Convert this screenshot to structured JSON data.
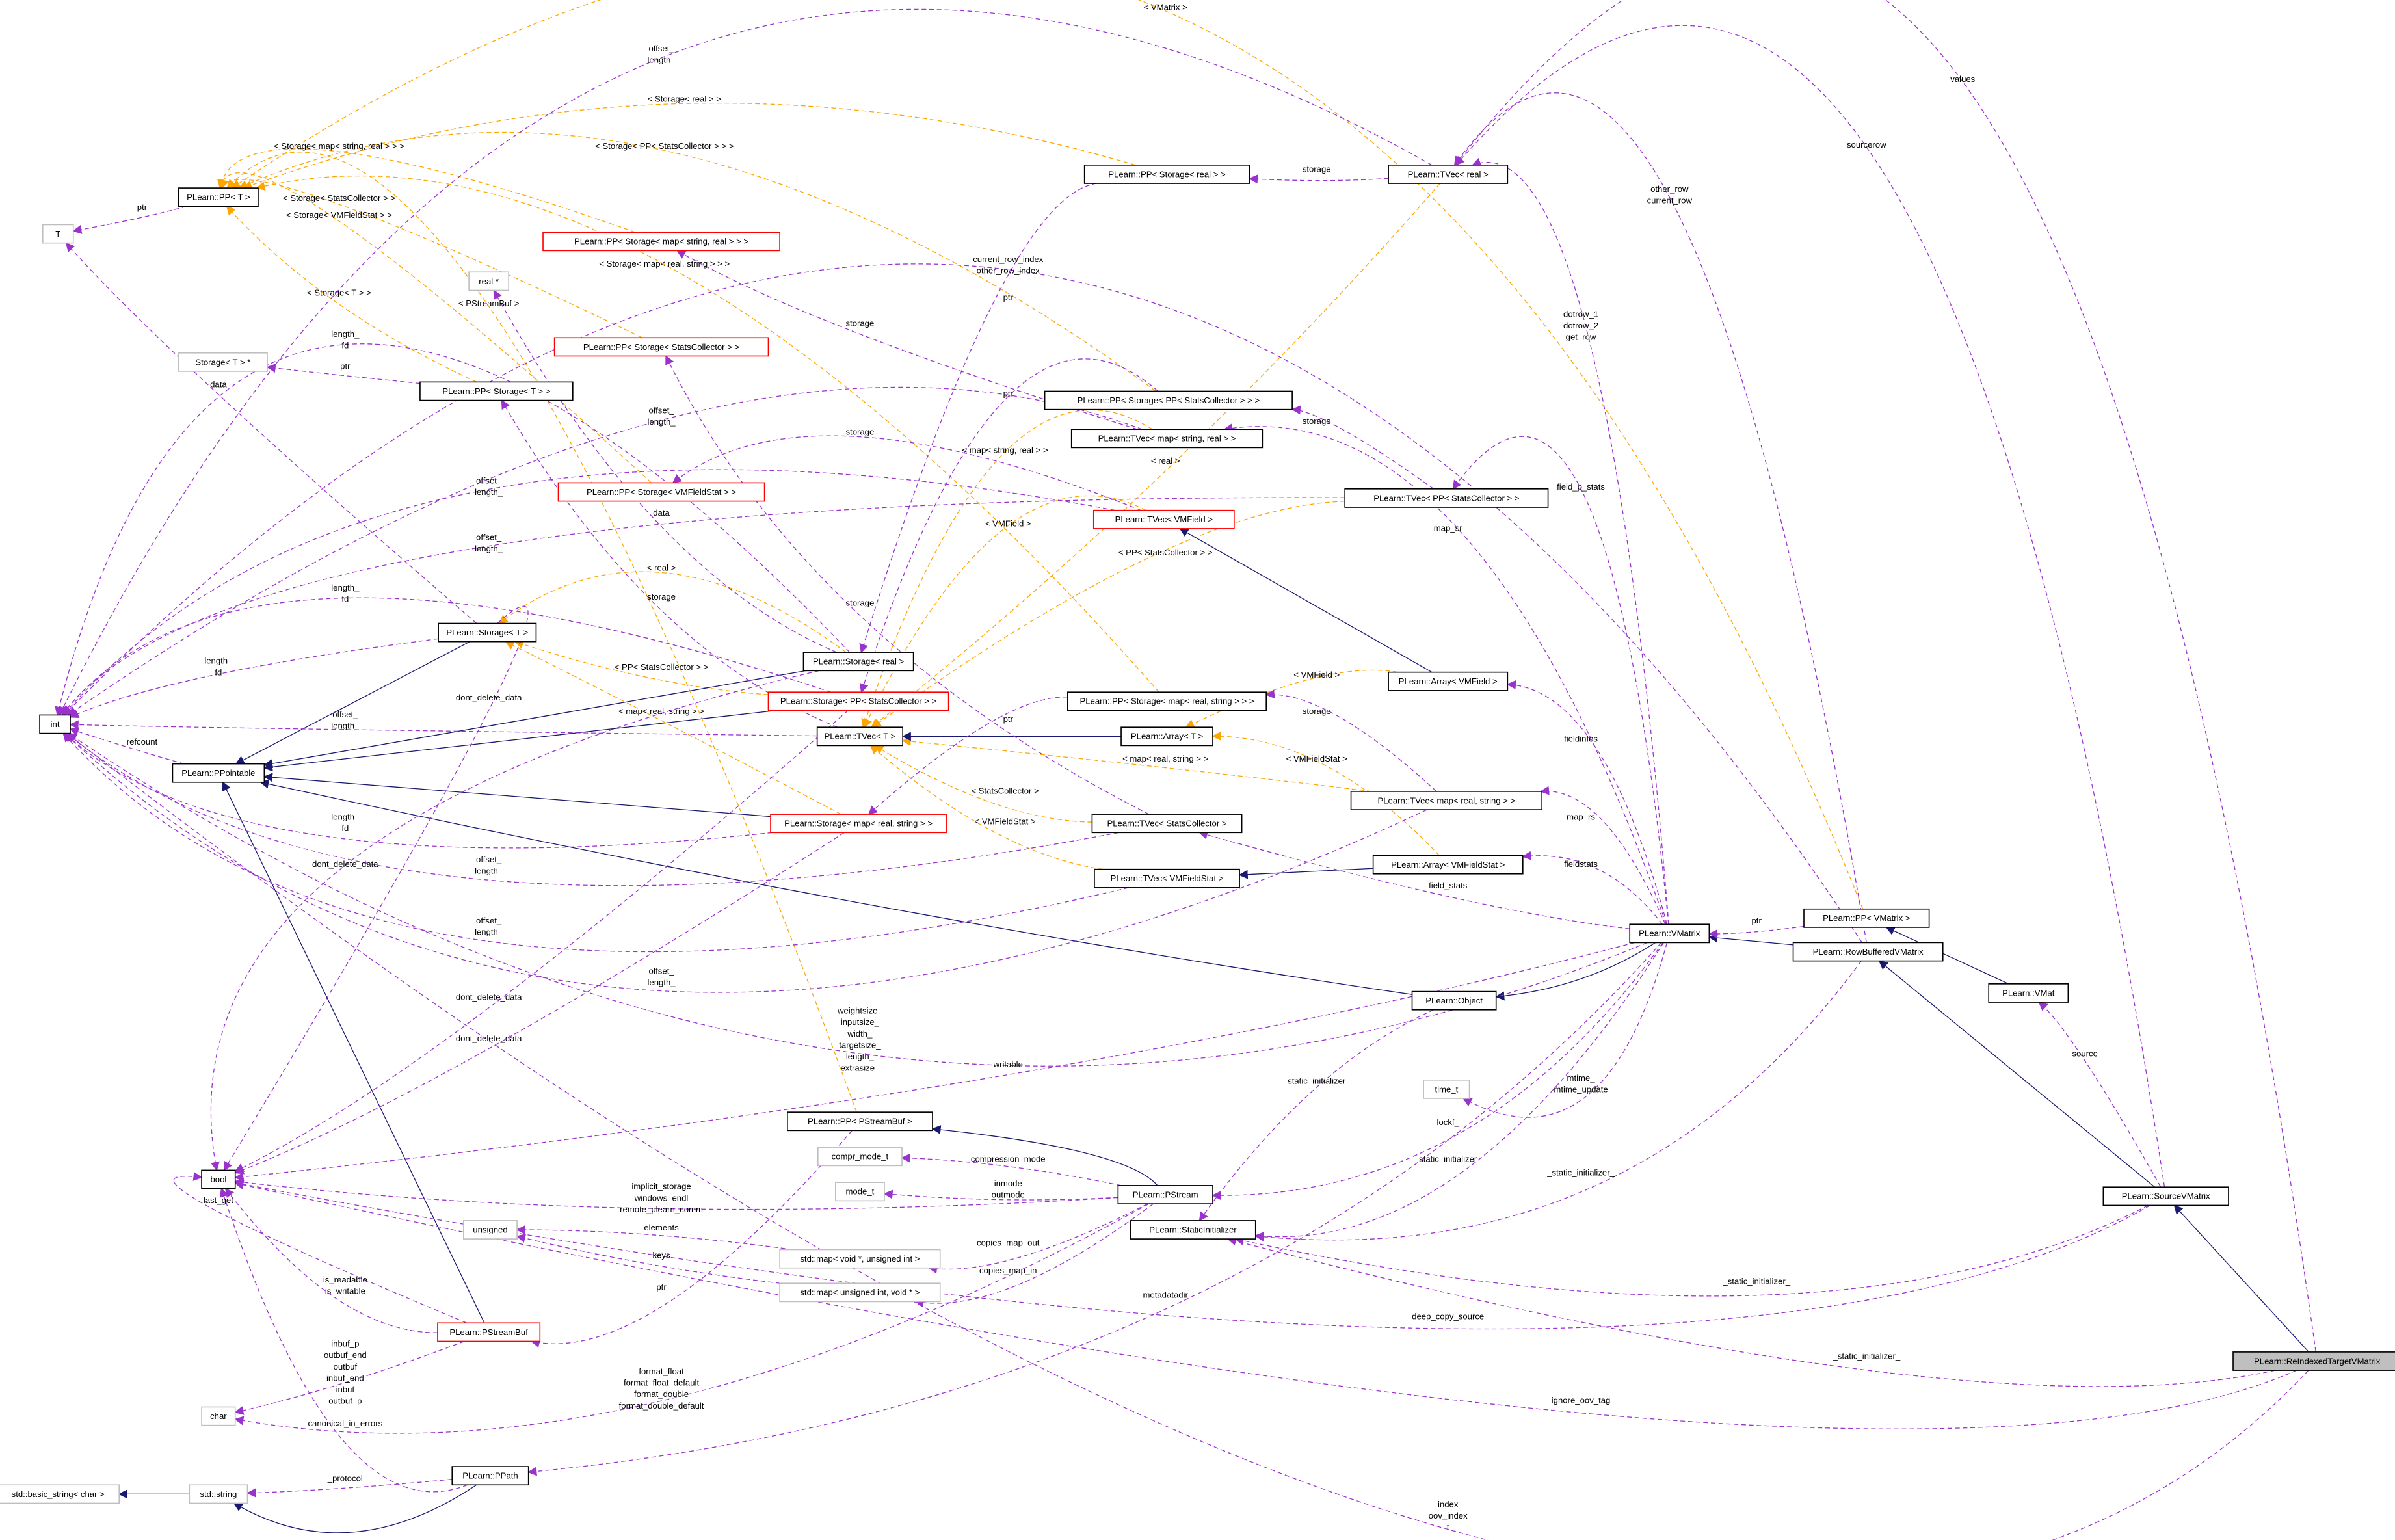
{
  "colors": {
    "member": "#9a32cd",
    "template": "#ffa500",
    "inherit": "#191970",
    "highlight": "#bfbfbf",
    "incomplete": "#ff0000"
  },
  "nodes": [
    {
      "id": "T",
      "label": "T",
      "style": "gray"
    },
    {
      "id": "PPT",
      "label": "PLearn::PP< T >",
      "style": "normal"
    },
    {
      "id": "STp",
      "label": "Storage< T > *",
      "style": "gray"
    },
    {
      "id": "PPST",
      "label": "PLearn::PP< Storage< T > >",
      "style": "normal"
    },
    {
      "id": "realp",
      "label": "real *",
      "style": "gray"
    },
    {
      "id": "PPSMSR",
      "label": "PLearn::PP< Storage< map< string, real > > >",
      "style": "red"
    },
    {
      "id": "PPSSC",
      "label": "PLearn::PP< Storage< StatsCollector > >",
      "style": "red"
    },
    {
      "id": "PPSVF",
      "label": "PLearn::PP< Storage< VMFieldStat > >",
      "style": "red"
    },
    {
      "id": "PPSR",
      "label": "PLearn::PP< Storage< real > >",
      "style": "normal"
    },
    {
      "id": "TVR",
      "label": "PLearn::TVec< real >",
      "style": "normal"
    },
    {
      "id": "PPSPSC",
      "label": "PLearn::PP< Storage< PP< StatsCollector > > >",
      "style": "normal"
    },
    {
      "id": "TVMSR",
      "label": "PLearn::TVec< map< string, real > >",
      "style": "normal"
    },
    {
      "id": "TVVF",
      "label": "PLearn::TVec< VMField >",
      "style": "red"
    },
    {
      "id": "TVPSC",
      "label": "PLearn::TVec< PP< StatsCollector > >",
      "style": "normal"
    },
    {
      "id": "ST",
      "label": "PLearn::Storage< T >",
      "style": "normal"
    },
    {
      "id": "SR",
      "label": "PLearn::Storage< real >",
      "style": "normal"
    },
    {
      "id": "SPSC",
      "label": "PLearn::Storage< PP< StatsCollector > >",
      "style": "red"
    },
    {
      "id": "PPSMRS",
      "label": "PLearn::PP< Storage< map< real, string > > >",
      "style": "normal"
    },
    {
      "id": "AVF",
      "label": "PLearn::Array< VMField >",
      "style": "normal"
    },
    {
      "id": "TVT",
      "label": "PLearn::TVec< T >",
      "style": "normal"
    },
    {
      "id": "AT",
      "label": "PLearn::Array< T >",
      "style": "normal"
    },
    {
      "id": "TVMRS",
      "label": "PLearn::TVec< map< real, string > >",
      "style": "normal"
    },
    {
      "id": "INT",
      "label": "int",
      "style": "normal"
    },
    {
      "id": "PPO",
      "label": "PLearn::PPointable",
      "style": "normal"
    },
    {
      "id": "SMRS",
      "label": "PLearn::Storage< map< real, string > >",
      "style": "red"
    },
    {
      "id": "TVSC",
      "label": "PLearn::TVec< StatsCollector >",
      "style": "normal"
    },
    {
      "id": "AVFS",
      "label": "PLearn::Array< VMFieldStat >",
      "style": "normal"
    },
    {
      "id": "TVVFS",
      "label": "PLearn::TVec< VMFieldStat >",
      "style": "normal"
    },
    {
      "id": "VM",
      "label": "PLearn::VMatrix",
      "style": "normal"
    },
    {
      "id": "PPVM",
      "label": "PLearn::PP< VMatrix >",
      "style": "normal"
    },
    {
      "id": "RBVM",
      "label": "PLearn::RowBufferedVMatrix",
      "style": "normal"
    },
    {
      "id": "OBJ",
      "label": "PLearn::Object",
      "style": "normal"
    },
    {
      "id": "VMAT",
      "label": "PLearn::VMat",
      "style": "normal"
    },
    {
      "id": "TIME",
      "label": "time_t",
      "style": "gray"
    },
    {
      "id": "PPPSB",
      "label": "PLearn::PP< PStreamBuf >",
      "style": "normal"
    },
    {
      "id": "CMT",
      "label": "compr_mode_t",
      "style": "gray"
    },
    {
      "id": "MODE",
      "label": "mode_t",
      "style": "gray"
    },
    {
      "id": "PS",
      "label": "PLearn::PStream",
      "style": "normal"
    },
    {
      "id": "SI",
      "label": "PLearn::StaticInitializer",
      "style": "normal"
    },
    {
      "id": "BOOL",
      "label": "bool",
      "style": "normal"
    },
    {
      "id": "UNS",
      "label": "unsigned",
      "style": "gray"
    },
    {
      "id": "MVU",
      "label": "std::map< void *, unsigned int >",
      "style": "gray"
    },
    {
      "id": "MUV",
      "label": "std::map< unsigned int, void * >",
      "style": "gray"
    },
    {
      "id": "PSB",
      "label": "PLearn::PStreamBuf",
      "style": "red"
    },
    {
      "id": "CHAR",
      "label": "char",
      "style": "gray"
    },
    {
      "id": "PPATH",
      "label": "PLearn::PPath",
      "style": "normal"
    },
    {
      "id": "STR",
      "label": "std::string",
      "style": "gray"
    },
    {
      "id": "BSTR",
      "label": "std::basic_string< char >",
      "style": "gray"
    },
    {
      "id": "SVM",
      "label": "PLearn::SourceVMatrix",
      "style": "normal"
    },
    {
      "id": "RIT",
      "label": "PLearn::ReIndexedTargetVMatrix",
      "style": "highlight"
    }
  ],
  "edges": [
    {
      "from": "PPSR",
      "to": "PPT",
      "kind": "template",
      "label": [
        "< Storage< real > >"
      ]
    },
    {
      "from": "PPSMSR",
      "to": "PPT",
      "kind": "template",
      "label": [
        "< Storage< map< string, real > > >"
      ]
    },
    {
      "from": "PPSPSC",
      "to": "PPT",
      "kind": "template",
      "label": [
        "< Storage< PP< StatsCollector > > >"
      ]
    },
    {
      "from": "PPSSC",
      "to": "PPT",
      "kind": "template",
      "label": [
        "< Storage< StatsCollector > >"
      ]
    },
    {
      "from": "PPSVF",
      "to": "PPT",
      "kind": "template",
      "label": [
        "< Storage< VMFieldStat > >"
      ]
    },
    {
      "from": "PPST",
      "to": "PPT",
      "kind": "template",
      "label": [
        "< Storage< T > >"
      ]
    },
    {
      "from": "PPVM",
      "to": "PPT",
      "kind": "template",
      "label": [
        "< VMatrix >"
      ]
    },
    {
      "from": "PPPSB",
      "to": "PPT",
      "kind": "template",
      "label": [
        "< PStreamBuf >"
      ]
    },
    {
      "from": "PPSMRS",
      "to": "PPT",
      "kind": "template",
      "label": [
        "< Storage< map< real, string > > >"
      ]
    },
    {
      "from": "TVR",
      "to": "TVT",
      "kind": "template",
      "label": [
        "< real >"
      ]
    },
    {
      "from": "TVMSR",
      "to": "TVT",
      "kind": "template",
      "label": [
        "< map< string, real > >"
      ]
    },
    {
      "from": "TVVF",
      "to": "TVT",
      "kind": "template",
      "label": [
        "< VMField >"
      ]
    },
    {
      "from": "TVPSC",
      "to": "TVT",
      "kind": "template",
      "label": [
        "< PP< StatsCollector > >"
      ]
    },
    {
      "from": "TVMRS",
      "to": "TVT",
      "kind": "template",
      "label": [
        "< map< real, string > >"
      ]
    },
    {
      "from": "TVSC",
      "to": "TVT",
      "kind": "template",
      "label": [
        "< StatsCollector >"
      ]
    },
    {
      "from": "TVVFS",
      "to": "TVT",
      "kind": "template",
      "label": [
        "< VMFieldStat >"
      ]
    },
    {
      "from": "SR",
      "to": "ST",
      "kind": "template",
      "label": [
        "< real >"
      ]
    },
    {
      "from": "SPSC",
      "to": "ST",
      "kind": "template",
      "label": [
        "< PP< StatsCollector > >"
      ]
    },
    {
      "from": "SMRS",
      "to": "ST",
      "kind": "template",
      "label": [
        "< map< real, string > >"
      ]
    },
    {
      "from": "AVF",
      "to": "AT",
      "kind": "template",
      "label": [
        "< VMField >"
      ]
    },
    {
      "from": "AVFS",
      "to": "AT",
      "kind": "template",
      "label": [
        "< VMFieldStat >"
      ]
    },
    {
      "from": "ST",
      "to": "PPO",
      "kind": "inherit",
      "label": []
    },
    {
      "from": "SR",
      "to": "PPO",
      "kind": "inherit",
      "label": []
    },
    {
      "from": "SPSC",
      "to": "PPO",
      "kind": "inherit",
      "label": []
    },
    {
      "from": "SMRS",
      "to": "PPO",
      "kind": "inherit",
      "label": []
    },
    {
      "from": "OBJ",
      "to": "PPO",
      "kind": "inherit",
      "label": []
    },
    {
      "from": "PSB",
      "to": "PPO",
      "kind": "inherit",
      "label": []
    },
    {
      "from": "AT",
      "to": "TVT",
      "kind": "inherit",
      "label": []
    },
    {
      "from": "AVF",
      "to": "TVVF",
      "kind": "inherit",
      "label": []
    },
    {
      "from": "AVFS",
      "to": "TVVFS",
      "kind": "inherit",
      "label": []
    },
    {
      "from": "VM",
      "to": "OBJ",
      "kind": "inherit",
      "label": []
    },
    {
      "from": "RBVM",
      "to": "VM",
      "kind": "inherit",
      "label": []
    },
    {
      "from": "SVM",
      "to": "RBVM",
      "kind": "inherit",
      "label": []
    },
    {
      "from": "RIT",
      "to": "SVM",
      "kind": "inherit",
      "label": []
    },
    {
      "from": "VMAT",
      "to": "PPVM",
      "kind": "inherit",
      "label": []
    },
    {
      "from": "PS",
      "to": "PPPSB",
      "kind": "inherit",
      "label": []
    },
    {
      "from": "PPATH",
      "to": "STR",
      "kind": "inherit",
      "label": []
    },
    {
      "from": "STR",
      "to": "BSTR",
      "kind": "inherit",
      "label": []
    },
    {
      "from": "PPT",
      "to": "T",
      "kind": "member",
      "label": [
        "ptr"
      ]
    },
    {
      "from": "ST",
      "to": "T",
      "kind": "member",
      "label": [
        "data"
      ]
    },
    {
      "from": "PPST",
      "to": "STp",
      "kind": "member",
      "label": [
        "ptr"
      ]
    },
    {
      "from": "TVR",
      "to": "PPSR",
      "kind": "member",
      "label": [
        "storage"
      ]
    },
    {
      "from": "TVR",
      "to": "INT",
      "kind": "member",
      "label": [
        "offset_",
        "length_"
      ]
    },
    {
      "from": "PPSR",
      "to": "SR",
      "kind": "member",
      "label": [
        "ptr"
      ]
    },
    {
      "from": "TVPSC",
      "to": "PPSPSC",
      "kind": "member",
      "label": [
        "storage"
      ]
    },
    {
      "from": "TVMSR",
      "to": "PPSMSR",
      "kind": "member",
      "label": [
        "storage"
      ]
    },
    {
      "from": "PPSPSC",
      "to": "SPSC",
      "kind": "member",
      "label": [
        "ptr"
      ]
    },
    {
      "from": "TVVF",
      "to": "PPSVF",
      "kind": "member",
      "label": [
        "storage"
      ]
    },
    {
      "from": "TVT",
      "to": "PPST",
      "kind": "member",
      "label": [
        "storage"
      ]
    },
    {
      "from": "TVSC",
      "to": "PPSSC",
      "kind": "member",
      "label": [
        "storage"
      ]
    },
    {
      "from": "TVMRS",
      "to": "PPSMRS",
      "kind": "member",
      "label": [
        "storage"
      ]
    },
    {
      "from": "PPSMRS",
      "to": "SMRS",
      "kind": "member",
      "label": [
        "ptr"
      ]
    },
    {
      "from": "SR",
      "to": "realp",
      "kind": "member",
      "label": [
        "data"
      ]
    },
    {
      "from": "SR",
      "to": "INT",
      "kind": "member",
      "label": [
        "length_",
        "fd"
      ]
    },
    {
      "from": "SPSC",
      "to": "INT",
      "kind": "member",
      "label": [
        "length_",
        "fd"
      ]
    },
    {
      "from": "ST",
      "to": "INT",
      "kind": "member",
      "label": [
        "length_",
        "fd"
      ]
    },
    {
      "from": "SMRS",
      "to": "INT",
      "kind": "member",
      "label": [
        "length_",
        "fd"
      ]
    },
    {
      "from": "TVMSR",
      "to": "INT",
      "kind": "member",
      "label": [
        "offset_",
        "length_"
      ]
    },
    {
      "from": "TVVF",
      "to": "INT",
      "kind": "member",
      "label": [
        "offset_",
        "length_"
      ]
    },
    {
      "from": "TVPSC",
      "to": "INT",
      "kind": "member",
      "label": [
        "offset_",
        "length_"
      ]
    },
    {
      "from": "TVT",
      "to": "INT",
      "kind": "member",
      "label": [
        "offset_",
        "length_"
      ]
    },
    {
      "from": "TVSC",
      "to": "INT",
      "kind": "member",
      "label": [
        "offset_",
        "length_"
      ]
    },
    {
      "from": "TVVFS",
      "to": "INT",
      "kind": "member",
      "label": [
        "offset_",
        "length_"
      ]
    },
    {
      "from": "TVMRS",
      "to": "INT",
      "kind": "member",
      "label": [
        "offset_",
        "length_"
      ]
    },
    {
      "from": "PPO",
      "to": "INT",
      "kind": "member",
      "label": [
        "refcount"
      ]
    },
    {
      "from": "ST",
      "to": "BOOL",
      "kind": "member",
      "label": [
        "dont_delete_data"
      ]
    },
    {
      "from": "SR",
      "to": "BOOL",
      "kind": "member",
      "label": [
        "dont_delete_data"
      ]
    },
    {
      "from": "SPSC",
      "to": "BOOL",
      "kind": "member",
      "label": [
        "dont_delete_data"
      ]
    },
    {
      "from": "SMRS",
      "to": "BOOL",
      "kind": "member",
      "label": [
        "dont_delete_data"
      ]
    },
    {
      "from": "RIT",
      "to": "TVR",
      "kind": "member",
      "label": [
        "values"
      ]
    },
    {
      "from": "SVM",
      "to": "TVR",
      "kind": "member",
      "label": [
        "sourcerow"
      ]
    },
    {
      "from": "RBVM",
      "to": "TVR",
      "kind": "member",
      "label": [
        "other_row",
        "current_row"
      ]
    },
    {
      "from": "VM",
      "to": "TVR",
      "kind": "member",
      "label": [
        "dotrow_1",
        "dotrow_2",
        "get_row"
      ]
    },
    {
      "from": "RBVM",
      "to": "INT",
      "kind": "member",
      "label": [
        "current_row_index",
        "other_row_index"
      ]
    },
    {
      "from": "VM",
      "to": "TVPSC",
      "kind": "member",
      "label": [
        "field_p_stats"
      ]
    },
    {
      "from": "VM",
      "to": "TVMSR",
      "kind": "member",
      "label": [
        "map_sr"
      ]
    },
    {
      "from": "VM",
      "to": "AVF",
      "kind": "member",
      "label": [
        "fieldinfos"
      ]
    },
    {
      "from": "VM",
      "to": "TVMRS",
      "kind": "member",
      "label": [
        "map_rs"
      ]
    },
    {
      "from": "VM",
      "to": "AVFS",
      "kind": "member",
      "label": [
        "fieldstats"
      ]
    },
    {
      "from": "VM",
      "to": "TVSC",
      "kind": "member",
      "label": [
        "field_stats"
      ]
    },
    {
      "from": "PPVM",
      "to": "VM",
      "kind": "member",
      "label": [
        "ptr"
      ]
    },
    {
      "from": "VM",
      "to": "INT",
      "kind": "member",
      "label": [
        "weightsize_",
        "inputsize_",
        "width_",
        "targetsize_",
        "length_",
        "extrasize_"
      ]
    },
    {
      "from": "VM",
      "to": "BOOL",
      "kind": "member",
      "label": [
        "writable"
      ]
    },
    {
      "from": "OBJ",
      "to": "SI",
      "kind": "member",
      "label": [
        "_static_initializer_"
      ]
    },
    {
      "from": "VM",
      "to": "TIME",
      "kind": "member",
      "label": [
        "mtime_",
        "mtime_update"
      ]
    },
    {
      "from": "VM",
      "to": "PS",
      "kind": "member",
      "label": [
        "lockf_"
      ]
    },
    {
      "from": "VM",
      "to": "SI",
      "kind": "member",
      "label": [
        "_static_initializer_"
      ]
    },
    {
      "from": "RBVM",
      "to": "SI",
      "kind": "member",
      "label": [
        "_static_initializer_"
      ]
    },
    {
      "from": "SVM",
      "to": "SI",
      "kind": "member",
      "label": [
        "_static_initializer_"
      ]
    },
    {
      "from": "SVM",
      "to": "BOOL",
      "kind": "member",
      "label": [
        "deep_copy_source"
      ]
    },
    {
      "from": "RIT",
      "to": "SI",
      "kind": "member",
      "label": [
        "_static_initializer_"
      ]
    },
    {
      "from": "RIT",
      "to": "BOOL",
      "kind": "member",
      "label": [
        "ignore_oov_tag"
      ]
    },
    {
      "from": "RIT",
      "to": "INT",
      "kind": "member",
      "label": [
        "index",
        "oov_index",
        "t"
      ]
    },
    {
      "from": "SVM",
      "to": "VMAT",
      "kind": "member",
      "label": [
        "source"
      ]
    },
    {
      "from": "VM",
      "to": "PPATH",
      "kind": "member",
      "label": [
        "metadatadir"
      ]
    },
    {
      "from": "PS",
      "to": "CMT",
      "kind": "member",
      "label": [
        "compression_mode"
      ]
    },
    {
      "from": "PS",
      "to": "MODE",
      "kind": "member",
      "label": [
        "inmode",
        "outmode"
      ]
    },
    {
      "from": "PS",
      "to": "BOOL",
      "kind": "member",
      "label": [
        "implicit_storage",
        "windows_endl",
        "remote_plearn_comm"
      ]
    },
    {
      "from": "PS",
      "to": "MVU",
      "kind": "member",
      "label": [
        "copies_map_out"
      ]
    },
    {
      "from": "PS",
      "to": "MUV",
      "kind": "member",
      "label": [
        "copies_map_in"
      ]
    },
    {
      "from": "MVU",
      "to": "UNS",
      "kind": "member",
      "label": [
        "elements"
      ]
    },
    {
      "from": "MUV",
      "to": "UNS",
      "kind": "member",
      "label": [
        "keys"
      ]
    },
    {
      "from": "PPPSB",
      "to": "PSB",
      "kind": "member",
      "label": [
        "ptr"
      ]
    },
    {
      "from": "PS",
      "to": "CHAR",
      "kind": "member",
      "label": [
        "format_float",
        "format_float_default",
        "format_double",
        "format_double_default"
      ]
    },
    {
      "from": "PSB",
      "to": "BOOL",
      "kind": "member",
      "label": [
        "is_readable",
        "is_writable"
      ]
    },
    {
      "from": "PSB",
      "to": "BOOL",
      "kind": "member",
      "label": [
        "last_get"
      ]
    },
    {
      "from": "PSB",
      "to": "CHAR",
      "kind": "member",
      "label": [
        "inbuf_p",
        "outbuf_end",
        "outbuf",
        "inbuf_end",
        "inbuf",
        "outbuf_p"
      ]
    },
    {
      "from": "PPATH",
      "to": "BOOL",
      "kind": "member",
      "label": [
        "canonical_in_errors"
      ]
    },
    {
      "from": "PPATH",
      "to": "STR",
      "kind": "member",
      "label": [
        "_protocol"
      ]
    }
  ]
}
